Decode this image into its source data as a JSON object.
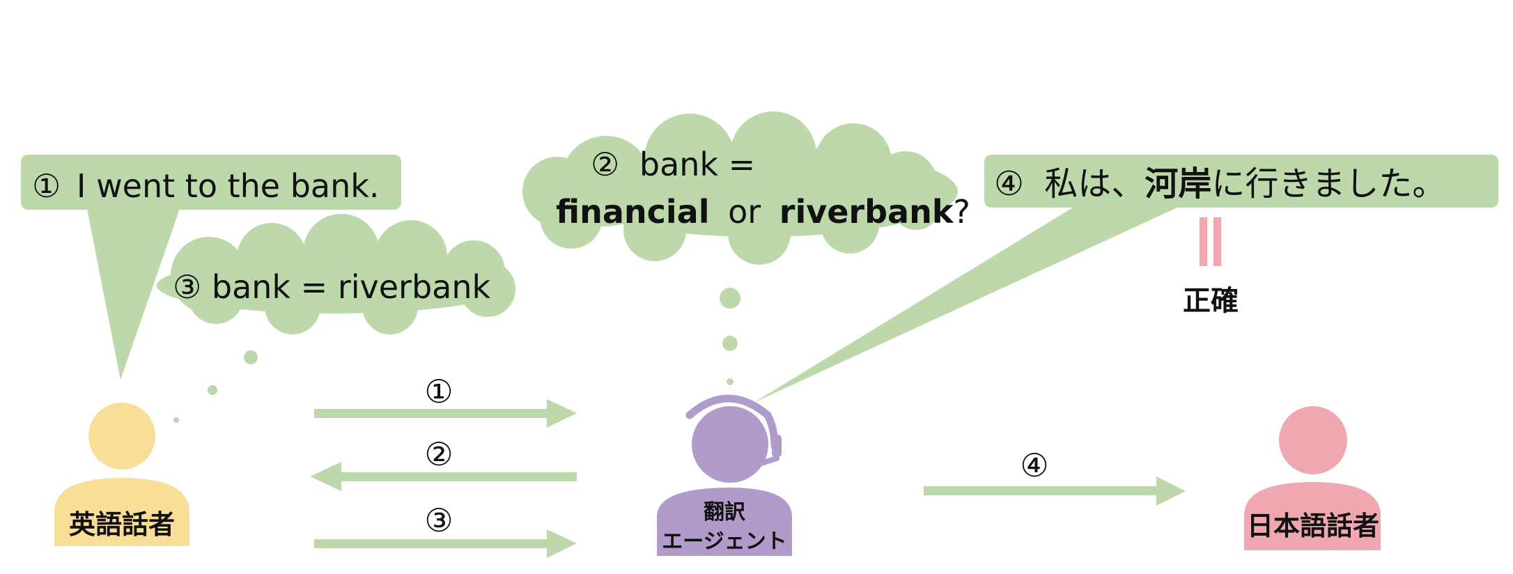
{
  "colors": {
    "green": "#bdd8aa",
    "english_speaker": "#f9de98",
    "agent": "#b19bca",
    "japanese_speaker": "#f0a8b0",
    "text": "#111111"
  },
  "speakers": {
    "english": "英語話者",
    "agent_line1": "翻訳",
    "agent_line2": "エージェント",
    "japanese": "日本語話者"
  },
  "bubbles": {
    "english_speech": {
      "num": "①",
      "text": "I went to the bank."
    },
    "agent_thought": {
      "num": "②",
      "line1": "bank =",
      "word_a": "financial",
      "or": "or",
      "word_b": "riverbank",
      "q": "?"
    },
    "english_thought": {
      "num": "③",
      "text": "bank = riverbank"
    },
    "agent_speech": {
      "num": "④",
      "pre": "私は、",
      "bold": "河岸",
      "post": "に行きました。"
    }
  },
  "accuracy": {
    "equals": "||",
    "label": "正確"
  },
  "arrows": {
    "a1": "①",
    "a2": "②",
    "a3": "③",
    "a4": "④"
  },
  "icons": {
    "headset": "headset-icon",
    "person": "person-icon"
  }
}
